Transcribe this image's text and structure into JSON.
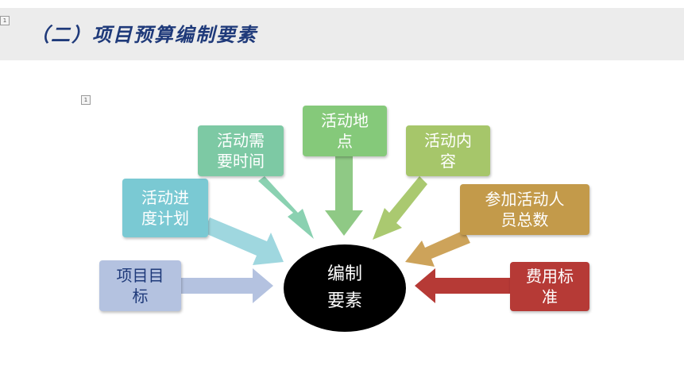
{
  "slide": {
    "title": "（二）项目预算编制要素",
    "marker_label": "1"
  },
  "diagram": {
    "center": {
      "line1": "编制",
      "line2": "要素",
      "color": "#000000"
    },
    "nodes": [
      {
        "id": "goal",
        "line1": "项目目",
        "line2": "标",
        "color": "#b4c2e0",
        "text_color": "#1f3a7a"
      },
      {
        "id": "schedule",
        "line1": "活动进",
        "line2": "度计划",
        "color": "#7ac9d3",
        "text_color": "#ffffff"
      },
      {
        "id": "time",
        "line1": "活动需",
        "line2": "要时间",
        "color": "#7dc9a4",
        "text_color": "#ffffff"
      },
      {
        "id": "location",
        "line1": "活动地",
        "line2": "点",
        "color": "#85c97a",
        "text_color": "#ffffff"
      },
      {
        "id": "content",
        "line1": "活动内",
        "line2": "容",
        "color": "#a6c66a",
        "text_color": "#ffffff"
      },
      {
        "id": "participants",
        "line1": "参加活动人",
        "line2": "员总数",
        "color": "#c39a4a",
        "text_color": "#ffffff"
      },
      {
        "id": "cost",
        "line1": "费用标",
        "line2": "准",
        "color": "#b63a36",
        "text_color": "#ffffff"
      }
    ]
  }
}
